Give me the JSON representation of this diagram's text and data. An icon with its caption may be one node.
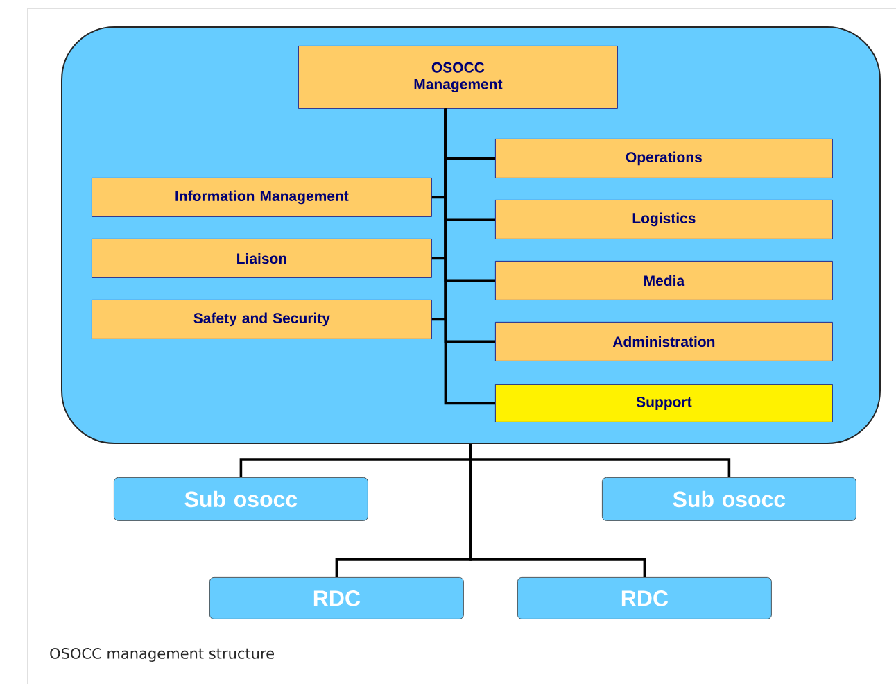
{
  "diagram": {
    "caption": "OSOCC management structure",
    "nodes": [
      {
        "text": [],
        "shape": "box"
      },
      {
        "text": [
          "OSOCC Management"
        ],
        "in": 0
      },
      {
        "text": [
          "Operations"
        ],
        "in": 0
      },
      {
        "text": [
          "Information Management"
        ],
        "in": 0
      },
      {
        "text": [
          "Logistics"
        ],
        "in": 0
      },
      {
        "text": [
          "Liaison"
        ],
        "in": 0
      },
      {
        "text": [
          "Media"
        ],
        "in": 0
      },
      {
        "text": [
          "Safety and Security"
        ],
        "in": 0
      },
      {
        "text": [
          "Administration"
        ],
        "in": 0
      },
      {
        "text": [
          "Support"
        ],
        "in": 0
      },
      {
        "text": [
          "Sub osocc"
        ]
      },
      {
        "text": [
          "Sub osocc"
        ]
      },
      {
        "text": [
          "RDC"
        ]
      },
      {
        "text": [
          "RDC"
        ]
      }
    ],
    "edges": [
      {
        "from": 1,
        "to": 2,
        "arrow": "none"
      },
      {
        "from": 1,
        "to": 3,
        "arrow": "none"
      },
      {
        "from": 1,
        "to": 4,
        "arrow": "none"
      },
      {
        "from": 1,
        "to": 5,
        "arrow": "none"
      },
      {
        "from": 1,
        "to": 6,
        "arrow": "none"
      },
      {
        "from": 1,
        "to": 7,
        "arrow": "none"
      },
      {
        "from": 1,
        "to": 8,
        "arrow": "none"
      },
      {
        "from": 1,
        "to": 9,
        "arrow": "none"
      },
      {
        "from": 0,
        "to": 10,
        "arrow": "none"
      },
      {
        "from": 0,
        "to": 11,
        "arrow": "none"
      },
      {
        "from": 0,
        "to": 12,
        "arrow": "none"
      },
      {
        "from": 0,
        "to": 13,
        "arrow": "none"
      }
    ]
  }
}
